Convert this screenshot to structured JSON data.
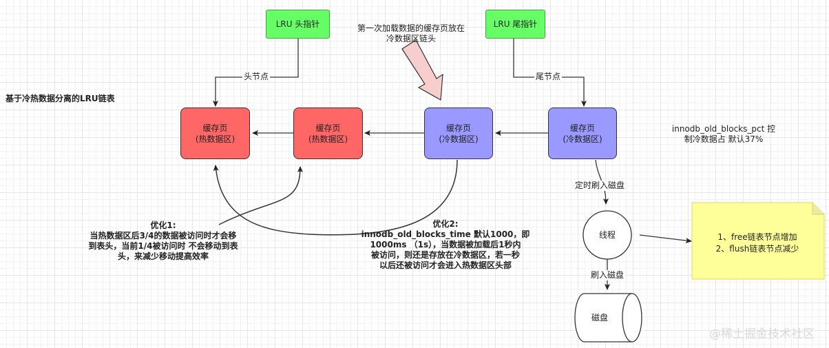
{
  "title": "基于冷热数据分离的LRU链表",
  "head_pointer": "LRU 头指针",
  "tail_pointer": "LRU 尾指针",
  "head_node_label": "头节点",
  "tail_node_label": "尾节点",
  "first_load_note": {
    "line1": "第一次加载数据的缓存页放在",
    "line2": "冷数据区链头"
  },
  "pages": [
    {
      "line1": "缓存页",
      "line2": "(热数据区)"
    },
    {
      "line1": "缓存页",
      "line2": "(热数据区)"
    },
    {
      "line1": "缓存页",
      "line2": "(冷数据区)"
    },
    {
      "line1": "缓存页",
      "line2": "(冷数据区)"
    }
  ],
  "old_blocks_pct_note": {
    "line1": "innodb_old_blocks_pct 控",
    "line2": "制冷数据占 默认37%"
  },
  "flush_timed_label": "定时刷入磁盘",
  "thread_label": "线程",
  "flush_label": "刷入磁盘",
  "disk_label": "磁盘",
  "free_list_note": {
    "line1": "1、free链表节点增加",
    "line2": "2、flush链表节点减少"
  },
  "opt1": {
    "title": "优化1:",
    "line1": "当热数据区后3/4的数据被访问时才会移",
    "line2": "到表头，当前1/4被访问时 不会移动到表",
    "line3": "头，来减少移动提高效率"
  },
  "opt2": {
    "title": "优化2:",
    "line1": "innodb_old_blocks_time 默认1000，即",
    "line2": "1000ms （1s），当数据被加载后1秒内",
    "line3": "被访问，则还是存放在冷数据区，若一秒",
    "line4": "以后还被访问才会进入热数据区头部"
  },
  "watermark": "@稀土掘金技术社区",
  "colors": {
    "hot": "#ff6666",
    "cold": "#9999ff",
    "pointer": "#66ff66",
    "note": "#ffff99",
    "big_arrow": "#f8cecc"
  }
}
